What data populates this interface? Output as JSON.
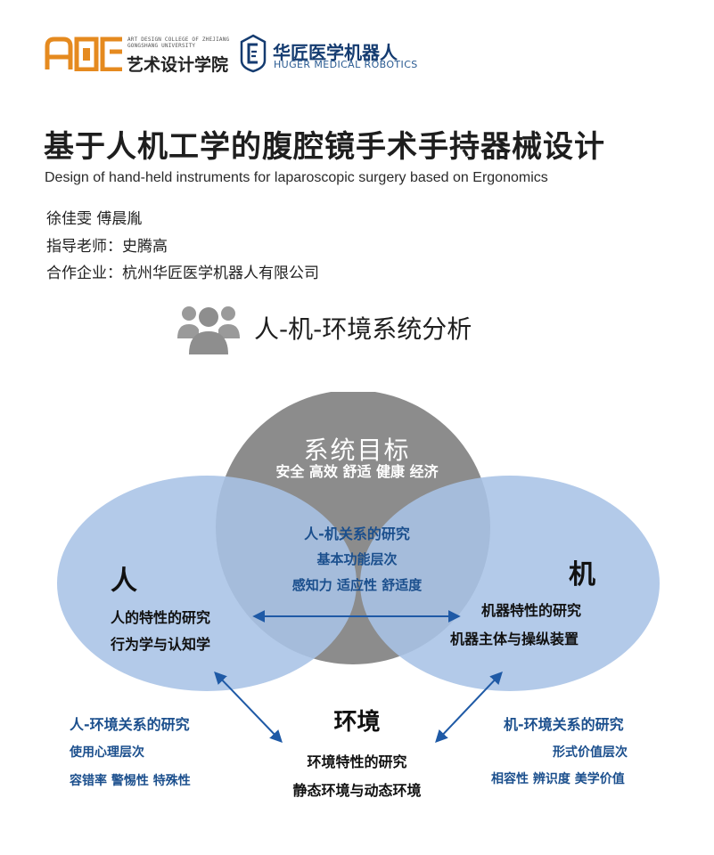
{
  "colors": {
    "brand_orange": "#e58a1f",
    "huger_blue": "#143b70",
    "circle_blue": "#a9c3e6",
    "circle_gray": "#8c8c8c",
    "relation_text": "#1b4f8d",
    "arrow": "#1f5aa6"
  },
  "header": {
    "college_logo_icon": "adc-logo-icon",
    "college_en": "ART DESIGN COLLEGE OF ZHEJIANG GONGSHANG UNIVERSITY",
    "college_cn": "艺术设计学院",
    "company_logo_icon": "huger-logo-icon",
    "company_cn": "华匠医学机器人",
    "company_en": "HUGER MEDICAL ROBOTICS"
  },
  "title_cn": "基于人机工学的腹腔镜手术手持器械设计",
  "title_en": "Design of hand-held instruments for laparoscopic surgery based on Ergonomics",
  "meta": {
    "authors": "徐佳雯 傅晨胤",
    "advisor": "指导老师：史腾高",
    "company": "合作企业：杭州华匠医学机器人有限公司"
  },
  "section": {
    "icon": "people-group-icon",
    "title": "人-机-环境系统分析"
  },
  "diagram": {
    "goal": {
      "title": "系统目标",
      "subtitle": "安全 高效 舒适 健康 经济"
    },
    "human_machine": {
      "title": "人-机关系的研究",
      "line1": "基本功能层次",
      "line2": "感知力 适应性 舒适度"
    },
    "human": {
      "title": "人",
      "line1": "人的特性的研究",
      "line2": "行为学与认知学"
    },
    "machine": {
      "title": "机",
      "line1": "机器特性的研究",
      "line2": "机器主体与操纵装置"
    },
    "human_env": {
      "title": "人-环境关系的研究",
      "line1": "使用心理层次",
      "line2": "容错率 警惕性 特殊性"
    },
    "environment": {
      "title": "环境",
      "line1": "环境特性的研究",
      "line2": "静态环境与动态环境"
    },
    "machine_env": {
      "title": "机-环境关系的研究",
      "line1": "形式价值层次",
      "line2": "相容性 辨识度 美学价值"
    }
  }
}
